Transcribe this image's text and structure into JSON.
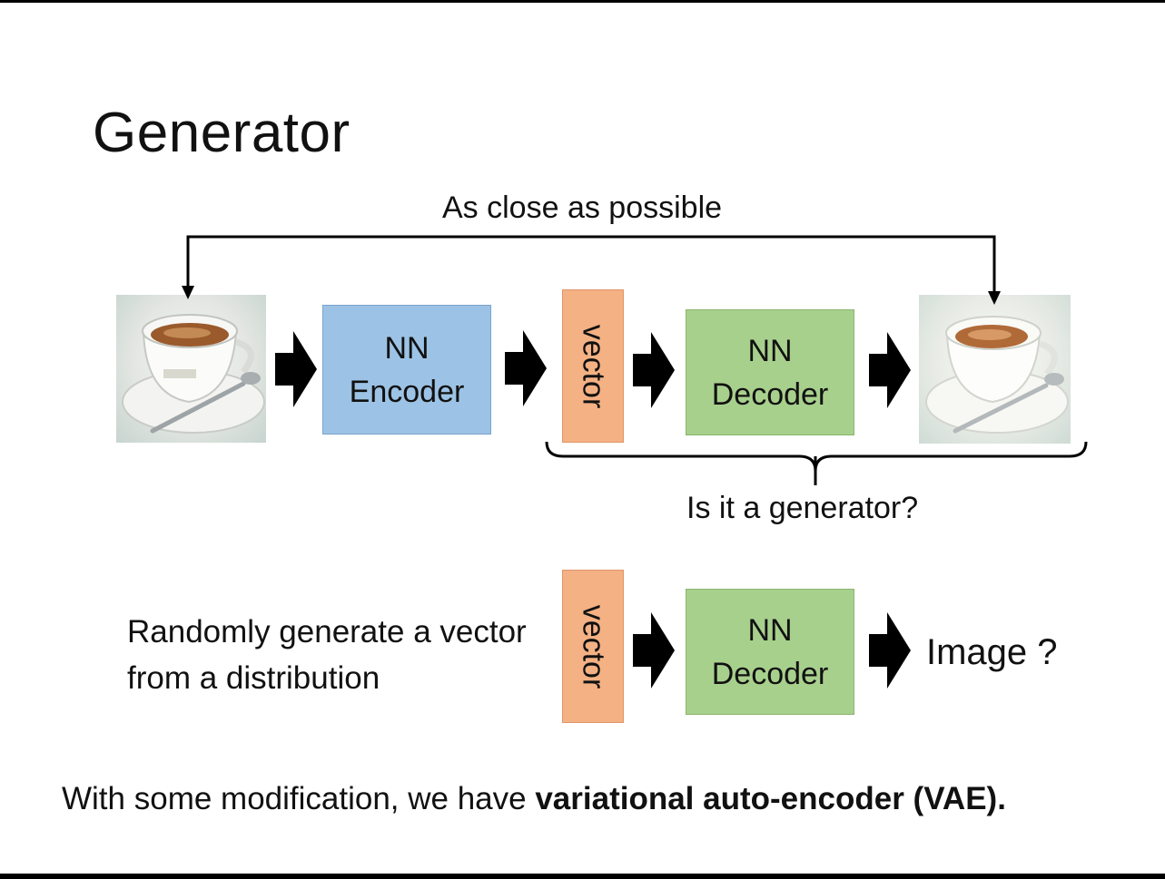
{
  "slide": {
    "title": "Generator",
    "close_label": "As close as possible",
    "encoder_label": "NN\nEncoder",
    "vector_label": "vector",
    "decoder_label": "NN\nDecoder",
    "generator_question": "Is it a generator?",
    "random_text": "Randomly generate a vector from a distribution",
    "image_question": "Image ?",
    "footer_prefix": "With some modification, we have ",
    "footer_bold": "variational auto-encoder (VAE)."
  },
  "colors": {
    "encoder": "#9cc3e5",
    "decoder": "#a8d08d",
    "vector": "#f4b183",
    "arrow": "#000000"
  },
  "icons": [
    "coffee-cup-image",
    "reconstructed-coffee-cup-image",
    "block-arrow-icon",
    "curly-brace"
  ]
}
